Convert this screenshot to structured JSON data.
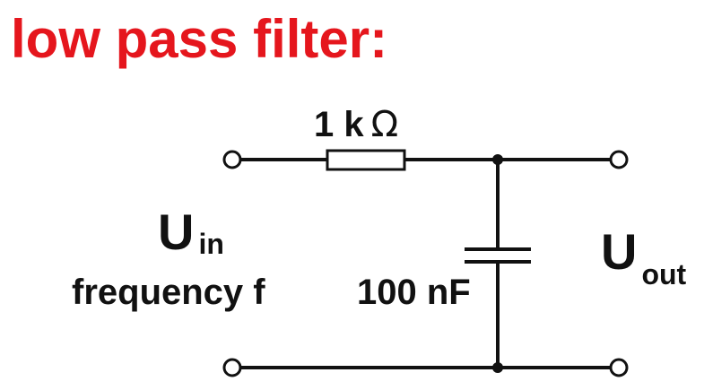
{
  "title": "low pass filter:",
  "colors": {
    "title": "#e5161d",
    "ink": "#111111",
    "background": "#ffffff"
  },
  "resistor": {
    "value": "1 k",
    "unit_symbol": "Ω"
  },
  "capacitor": {
    "value": "100 nF"
  },
  "input": {
    "symbol": "U",
    "subscript": "in",
    "note": "frequency f"
  },
  "output": {
    "symbol": "U",
    "subscript": "out"
  }
}
